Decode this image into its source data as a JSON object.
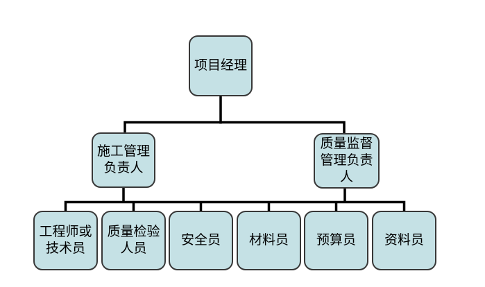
{
  "diagram": {
    "type": "org-chart",
    "direction": "top-down",
    "background": "#ffffff",
    "node_style": {
      "fill": "#c5e1e5",
      "border": "#383838",
      "text_color": "#000000"
    },
    "connector_color": "#000000",
    "nodes": [
      {
        "id": "project-manager",
        "label": "项目经理",
        "display": "项目经理",
        "level": 1,
        "parent": null
      },
      {
        "id": "construction-management-leader",
        "label": "施工管理负责人",
        "display": "施工管理\n负责人",
        "level": 2,
        "parent": "project-manager"
      },
      {
        "id": "quality-supervision-management-leader",
        "label": "质量监督管理负责人",
        "display": "质量监督\n管理负责\n人",
        "level": 2,
        "parent": "project-manager"
      },
      {
        "id": "engineer-or-technician",
        "label": "工程师或技术员",
        "display": "工程师或\n技术员",
        "level": 3,
        "parent": "level3-bus"
      },
      {
        "id": "quality-inspection-staff",
        "label": "质量检验人员",
        "display": "质量检验\n人员",
        "level": 3,
        "parent": "level3-bus"
      },
      {
        "id": "safety-officer",
        "label": "安全员",
        "display": "安全员",
        "level": 3,
        "parent": "level3-bus"
      },
      {
        "id": "material-clerk",
        "label": "材料员",
        "display": "材料员",
        "level": 3,
        "parent": "level3-bus"
      },
      {
        "id": "budget-clerk",
        "label": "预算员",
        "display": "预算员",
        "level": 3,
        "parent": "level3-bus"
      },
      {
        "id": "document-clerk",
        "label": "资料员",
        "display": "资料员",
        "level": 3,
        "parent": "level3-bus"
      }
    ],
    "edges": [
      {
        "from": "project-manager",
        "to": "construction-management-leader"
      },
      {
        "from": "project-manager",
        "to": "quality-supervision-management-leader"
      },
      {
        "from": "construction-management-leader",
        "to": "level3-bus"
      },
      {
        "from": "quality-supervision-management-leader",
        "to": "level3-bus"
      },
      {
        "from": "level3-bus",
        "to": "engineer-or-technician"
      },
      {
        "from": "level3-bus",
        "to": "quality-inspection-staff"
      },
      {
        "from": "level3-bus",
        "to": "safety-officer"
      },
      {
        "from": "level3-bus",
        "to": "material-clerk"
      },
      {
        "from": "level3-bus",
        "to": "budget-clerk"
      },
      {
        "from": "level3-bus",
        "to": "document-clerk"
      }
    ]
  }
}
